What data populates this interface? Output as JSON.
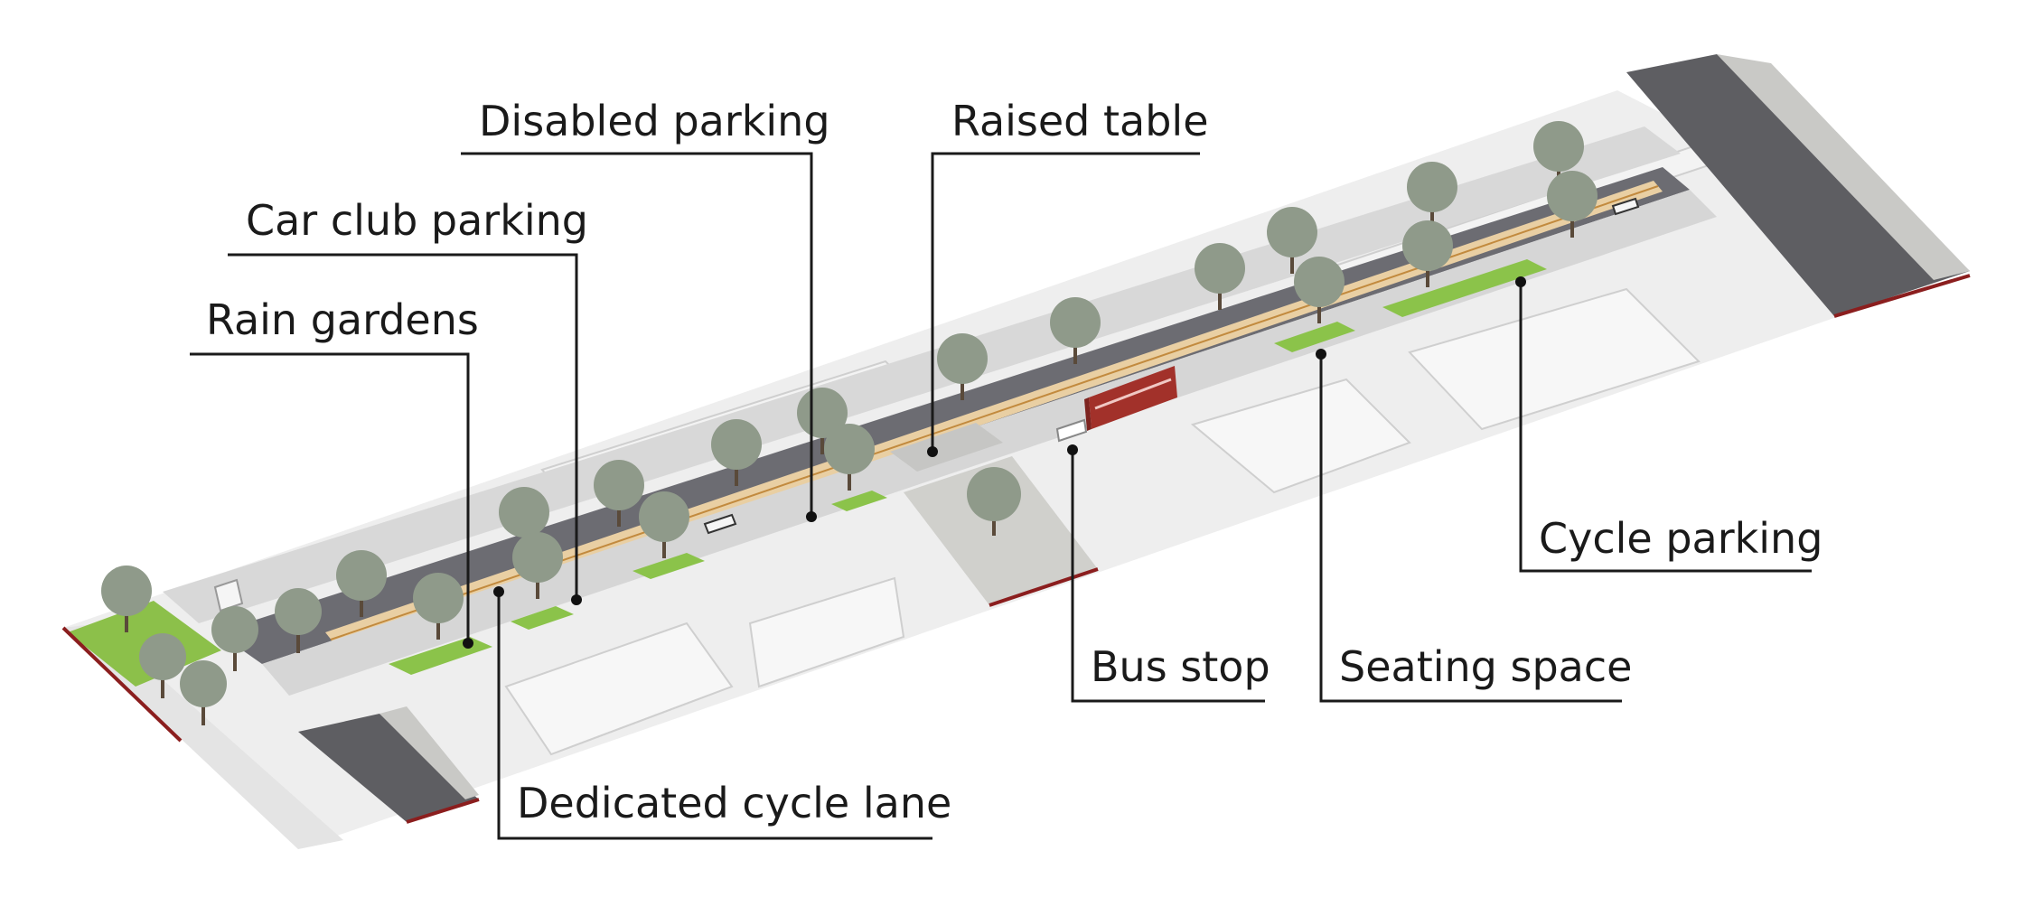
{
  "colors": {
    "ground": "#f2f2f2",
    "footway": "#d9d9d9",
    "carriageway": "#6b6b70",
    "cycle_lane": "#e8cfa6",
    "rain_garden": "#8bc34a",
    "grass": "#7fb33f",
    "bus": "#a2312a",
    "tree_canopy": "#8f9a8a",
    "tree_trunk": "#5a4a3a",
    "edge_red": "#8b1e1e",
    "line": "#1a1a1a"
  },
  "callouts": {
    "disabled_parking": "Disabled parking",
    "raised_table": "Raised table",
    "car_club_parking": "Car club parking",
    "rain_gardens": "Rain gardens",
    "cycle_parking": "Cycle parking",
    "bus_stop": "Bus stop",
    "seating_space": "Seating space",
    "dedicated_cycle_lane": "Dedicated cycle lane"
  }
}
